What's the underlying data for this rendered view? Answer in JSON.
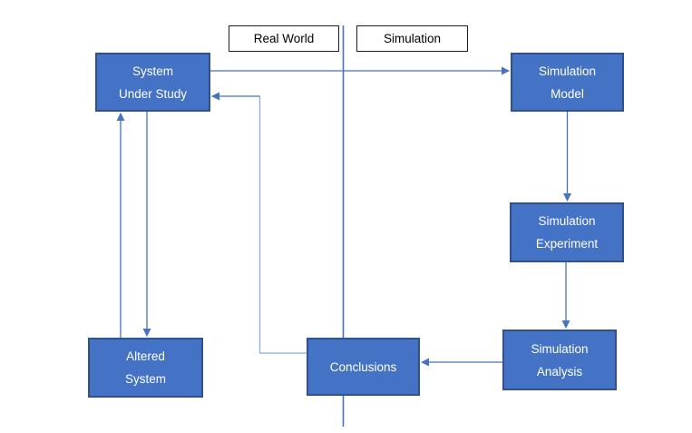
{
  "regions": {
    "left_label": "Real World",
    "right_label": "Simulation"
  },
  "nodes": {
    "system_under_study": {
      "label": "System\nUnder Study"
    },
    "simulation_model": {
      "label": "Simulation\nModel"
    },
    "simulation_experiment": {
      "label": "Simulation\nExperiment"
    },
    "simulation_analysis": {
      "label": "Simulation\nAnalysis"
    },
    "conclusions": {
      "label": "Conclusions"
    },
    "altered_system": {
      "label": "Altered\nSystem"
    }
  },
  "edges": [
    {
      "from": "System Under Study",
      "to": "Simulation Model"
    },
    {
      "from": "Simulation Model",
      "to": "Simulation Experiment"
    },
    {
      "from": "Simulation Experiment",
      "to": "Simulation Analysis"
    },
    {
      "from": "Simulation Analysis",
      "to": "Conclusions"
    },
    {
      "from": "Conclusions",
      "to": "System Under Study"
    },
    {
      "from": "System Under Study",
      "to": "Altered System"
    },
    {
      "from": "Altered System",
      "to": "System Under Study"
    }
  ],
  "colors": {
    "node_fill": "#4472C4",
    "node_border": "#2F528F",
    "node_text": "#FFFFFF",
    "connector": "#4472C4",
    "connector_light": "#8FAADC",
    "divider": "#4472C4",
    "label_bg": "#FFFFFF",
    "label_border": "#1F1F1F",
    "label_text": "#000000",
    "canvas_bg": "#FFFFFF"
  }
}
